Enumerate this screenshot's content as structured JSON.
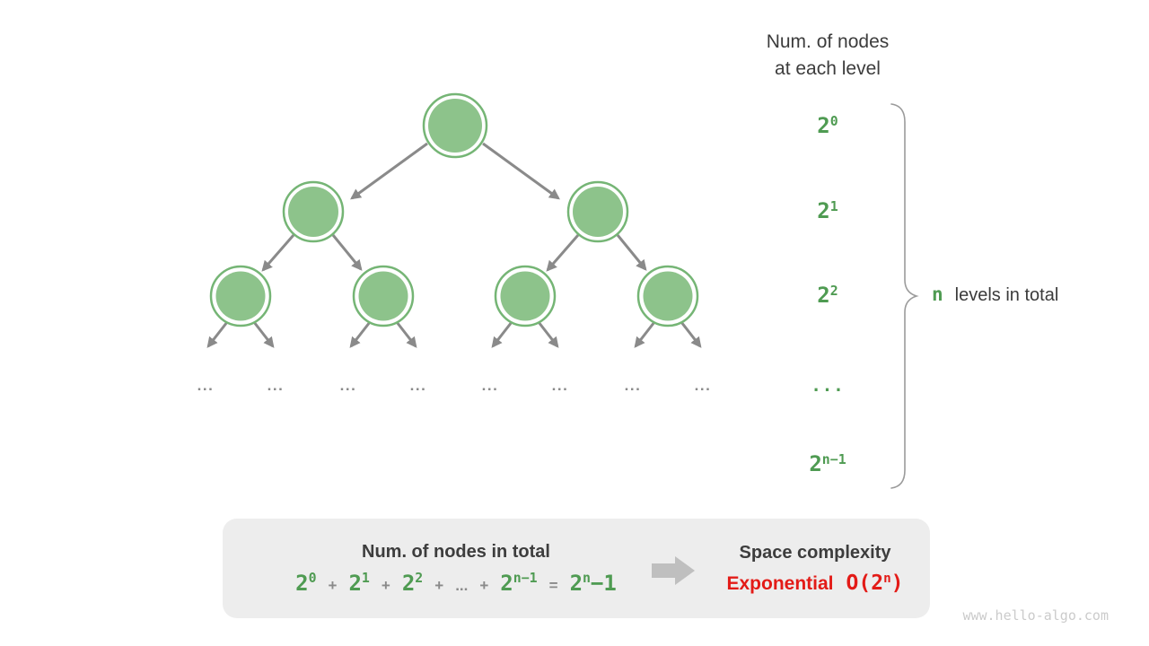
{
  "colors": {
    "node_fill": "#8dc38b",
    "node_ring": "#75b575",
    "arrow_gray": "#8a8a8a",
    "green_text": "#4f9b52",
    "dark_text": "#3c3c3c",
    "red_text": "#e31b17",
    "box_bg": "#ededed",
    "brace": "#9b9b9b",
    "watermark": "#cbcbcb"
  },
  "header": {
    "line1": "Num. of nodes",
    "line2": "at each level"
  },
  "levels": [
    {
      "base": "2",
      "exp": "0"
    },
    {
      "base": "2",
      "exp": "1"
    },
    {
      "base": "2",
      "exp": "2"
    },
    {
      "label": "..."
    },
    {
      "base": "2",
      "exp": "n−1"
    }
  ],
  "brace_label": {
    "n": "n",
    "text": "levels in total"
  },
  "tree": {
    "ellipsis": "..."
  },
  "summary": {
    "left_title": "Num. of nodes in total",
    "formula": {
      "plus": "+",
      "dots": "...",
      "equals": "=",
      "t0": {
        "base": "2",
        "exp": "0"
      },
      "t1": {
        "base": "2",
        "exp": "1"
      },
      "t2": {
        "base": "2",
        "exp": "2"
      },
      "t3": {
        "base": "2",
        "exp": "n−1"
      },
      "res": {
        "base": "2",
        "exp": "n",
        "suffix": "−1"
      }
    },
    "right_title": "Space complexity",
    "complexity_word": "Exponential",
    "big_o": {
      "pre": "O(2",
      "exp": "n",
      "post": ")"
    }
  },
  "watermark": "www.hello-algo.com"
}
